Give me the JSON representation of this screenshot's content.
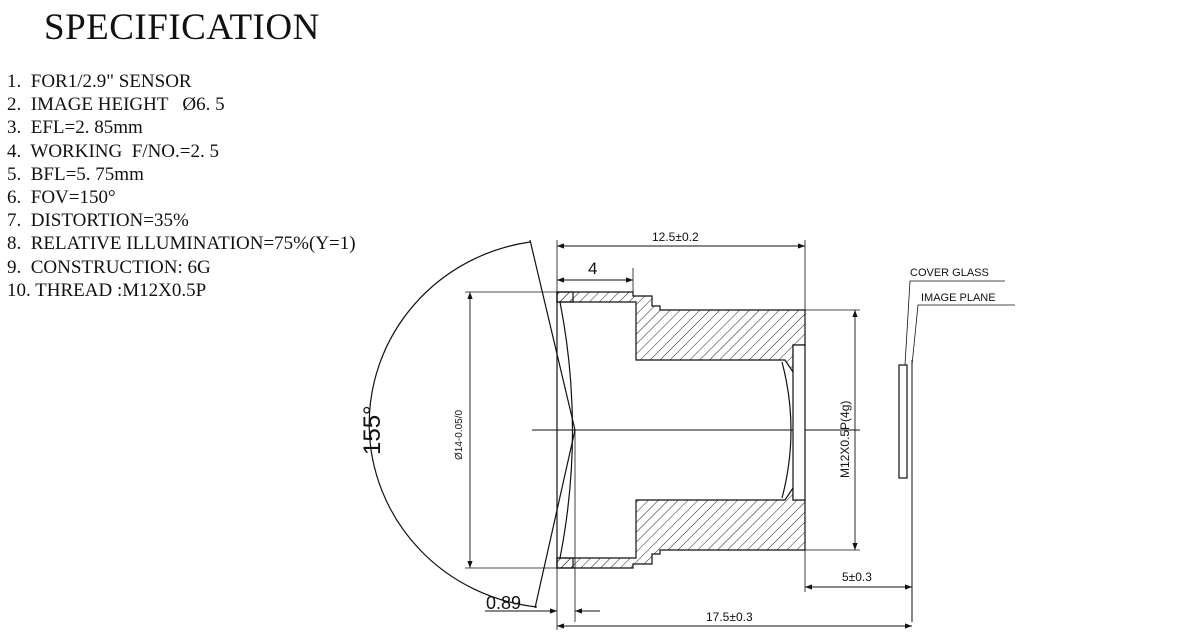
{
  "title": "SPECIFICATION",
  "specs": [
    "1.  FOR1/2.9\" SENSOR",
    "2.  IMAGE HEIGHT   Ø6. 5",
    "3.  EFL=2. 85mm",
    "4.  WORKING  F/NO.=2. 5",
    "5.  BFL=5. 75mm",
    "6.  FOV=150°",
    "7.  DISTORTION=35%",
    "8.  RELATIVE ILLUMINATION=75%(Y=1)",
    "9.  CONSTRUCTION: 6G",
    "10. THREAD :M12X0.5P"
  ],
  "drawing": {
    "dim_length": "12.5±0.2",
    "dim_front": "4",
    "dim_diameter": "Ø14-0.05/0",
    "dim_thread": "M12X0.5P(4g)",
    "angle": "155°",
    "dim_offset": "0.89",
    "dim_back": "5±0.3",
    "dim_total": "17.5±0.3",
    "label_cover_glass": "COVER GLASS",
    "label_image_plane": "IMAGE PLANE"
  }
}
